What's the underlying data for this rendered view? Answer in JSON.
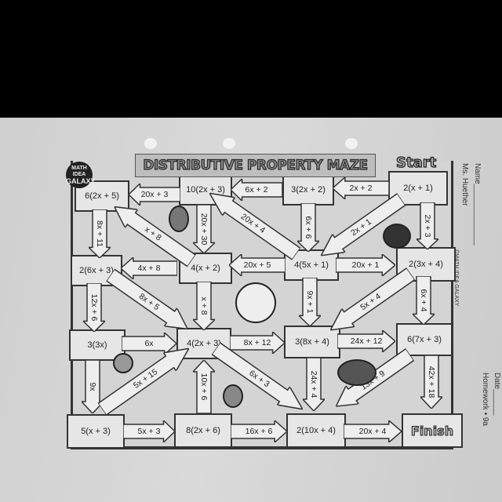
{
  "worksheet": {
    "title": "DISTRIBUTIVE PROPERTY MAZE",
    "logo": {
      "line1": "MATH IDEA",
      "line2": "GALAXY"
    },
    "start_label": "Start",
    "finish_label": "Finish",
    "name_label": "Name",
    "teacher": "Ms. Huether",
    "date_label": "Date",
    "assignment": "Homework • 9a",
    "copyright": "©MATH IDEA GALAXY"
  },
  "boxes": [
    "6(2x + 5)",
    "10(2x + 3)",
    "3(2x + 2)",
    "2(x + 1)",
    "2(6x + 3)",
    "4(x + 2)",
    "4(5x + 1)",
    "2(3x + 4)",
    "3(3x)",
    "4(2x + 3)",
    "3(8x + 4)",
    "6(7x + 3)",
    "5(x + 3)",
    "8(2x + 6)",
    "2(10x + 4)"
  ],
  "arrows": [
    "20x + 3",
    "6x + 2",
    "2x + 2",
    "8x + 11",
    "x + 8",
    "20x + 30",
    "20x + 4",
    "6x + 6",
    "2x + 1",
    "2x + 3",
    "4x + 8",
    "20x + 5",
    "20x + 1",
    "12x + 6",
    "8x + 5",
    "x + 8",
    "9x + 1",
    "5x + 4",
    "6x + 4",
    "6x",
    "8x + 12",
    "24x + 12",
    "9x",
    "5x + 15",
    "10x + 6",
    "6x + 3",
    "24x + 4",
    "13x + 9",
    "42x + 18",
    "5x + 3",
    "16x + 6",
    "20x + 4"
  ]
}
